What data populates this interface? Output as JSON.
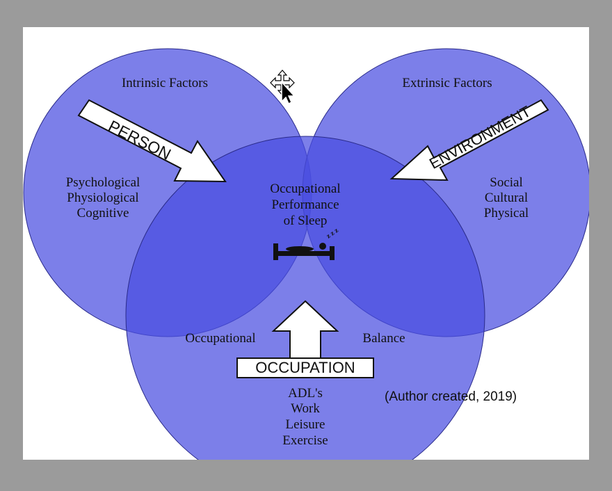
{
  "colors": {
    "frame": "#9b9b9b",
    "background": "#ffffff",
    "circle_fill": "#4a4de0",
    "circle_stroke": "#2a2b8a",
    "arrow_fill": "#ffffff"
  },
  "person": {
    "heading": "Intrinsic Factors",
    "arrow_label": "PERSON",
    "items": [
      "Psychological",
      "Physiological",
      "Cognitive"
    ]
  },
  "environment": {
    "heading": "Extrinsic Factors",
    "arrow_label": "ENVIRONMENT",
    "items": [
      "Social",
      "Cultural",
      "Physical"
    ]
  },
  "occupation": {
    "left_label": "Occupational",
    "right_label": "Balance",
    "arrow_label": "OCCUPATION",
    "items": [
      "ADL's",
      "Work",
      "Leisure",
      "Exercise"
    ]
  },
  "center": {
    "lines": [
      "Occupational",
      "Performance",
      "of Sleep"
    ],
    "sleep_glyph": "z z z",
    "icon": "sleeping-person-in-bed-icon"
  },
  "caption": "(Author created, 2019)",
  "cursor": {
    "icon": "move-cursor-icon"
  }
}
